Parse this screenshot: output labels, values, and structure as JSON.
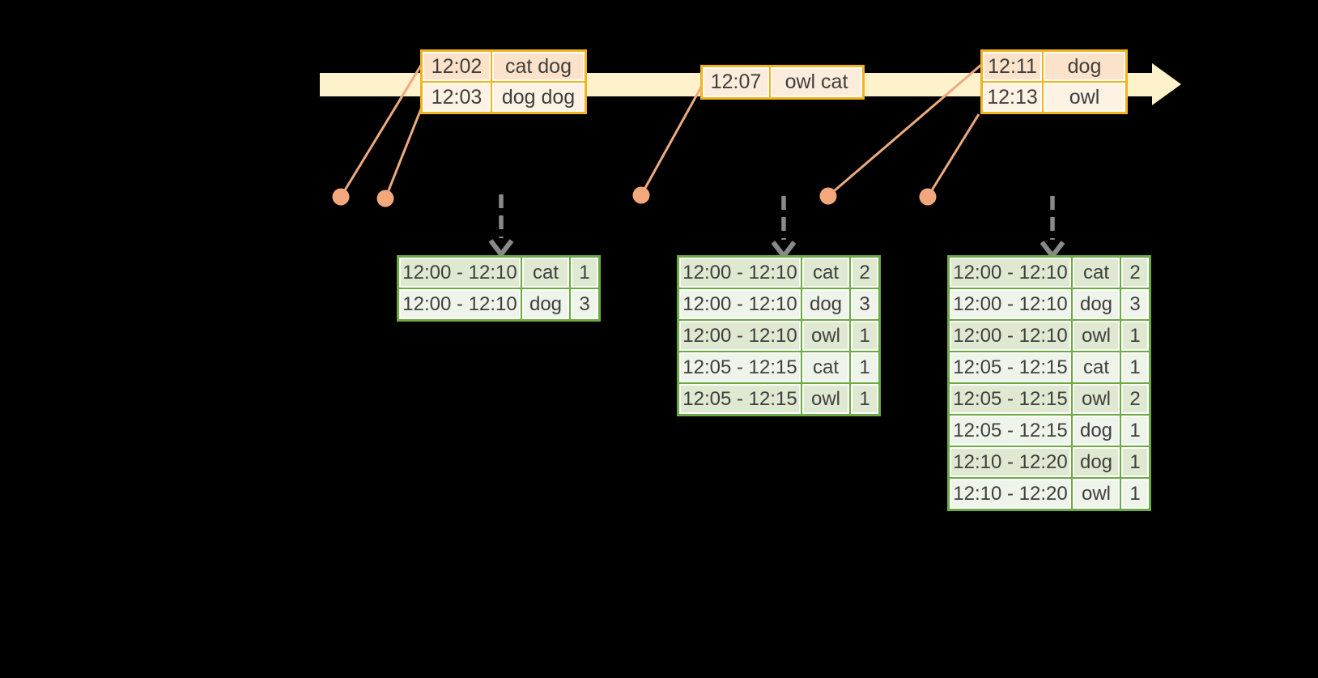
{
  "colors": {
    "background": "#000000",
    "timeline_band": "#fdf2cc",
    "event_border_gold": "#f2b321",
    "event_row_dark": "#fbe2c8",
    "event_row_light": "#fdf2e4",
    "dot_orange": "#f3a87c",
    "connector_orange": "#edaa7e",
    "trigger_arrow_gray": "#898989",
    "result_border_green": "#6cab44",
    "result_row_dark": "#dfe9d1",
    "result_row_light": "#eff4ea",
    "text": "#3f3f3f"
  },
  "icons": {
    "timeline_arrowhead": "right-arrow",
    "trigger_arrowhead": "down-chevron-arrow",
    "event_marker": "filled-circle"
  },
  "event_tables": [
    {
      "rows": [
        {
          "time": "12:02",
          "words": "cat dog"
        },
        {
          "time": "12:03",
          "words": "dog dog"
        }
      ]
    },
    {
      "rows": [
        {
          "time": "12:07",
          "words": "owl cat"
        }
      ]
    },
    {
      "rows": [
        {
          "time": "12:11",
          "words": "dog"
        },
        {
          "time": "12:13",
          "words": "owl"
        }
      ]
    }
  ],
  "result_tables": [
    {
      "rows": [
        {
          "window": "12:00 - 12:10",
          "word": "cat",
          "count": "1"
        },
        {
          "window": "12:00 - 12:10",
          "word": "dog",
          "count": "3"
        }
      ]
    },
    {
      "rows": [
        {
          "window": "12:00 - 12:10",
          "word": "cat",
          "count": "2"
        },
        {
          "window": "12:00 - 12:10",
          "word": "dog",
          "count": "3"
        },
        {
          "window": "12:00 - 12:10",
          "word": "owl",
          "count": "1"
        },
        {
          "window": "12:05 - 12:15",
          "word": "cat",
          "count": "1"
        },
        {
          "window": "12:05 - 12:15",
          "word": "owl",
          "count": "1"
        }
      ]
    },
    {
      "rows": [
        {
          "window": "12:00 - 12:10",
          "word": "cat",
          "count": "2"
        },
        {
          "window": "12:00 - 12:10",
          "word": "dog",
          "count": "3"
        },
        {
          "window": "12:00 - 12:10",
          "word": "owl",
          "count": "1"
        },
        {
          "window": "12:05 - 12:15",
          "word": "cat",
          "count": "1"
        },
        {
          "window": "12:05 - 12:15",
          "word": "owl",
          "count": "2"
        },
        {
          "window": "12:05 - 12:15",
          "word": "dog",
          "count": "1"
        },
        {
          "window": "12:10 - 12:20",
          "word": "dog",
          "count": "1"
        },
        {
          "window": "12:10 - 12:20",
          "word": "owl",
          "count": "1"
        }
      ]
    }
  ]
}
